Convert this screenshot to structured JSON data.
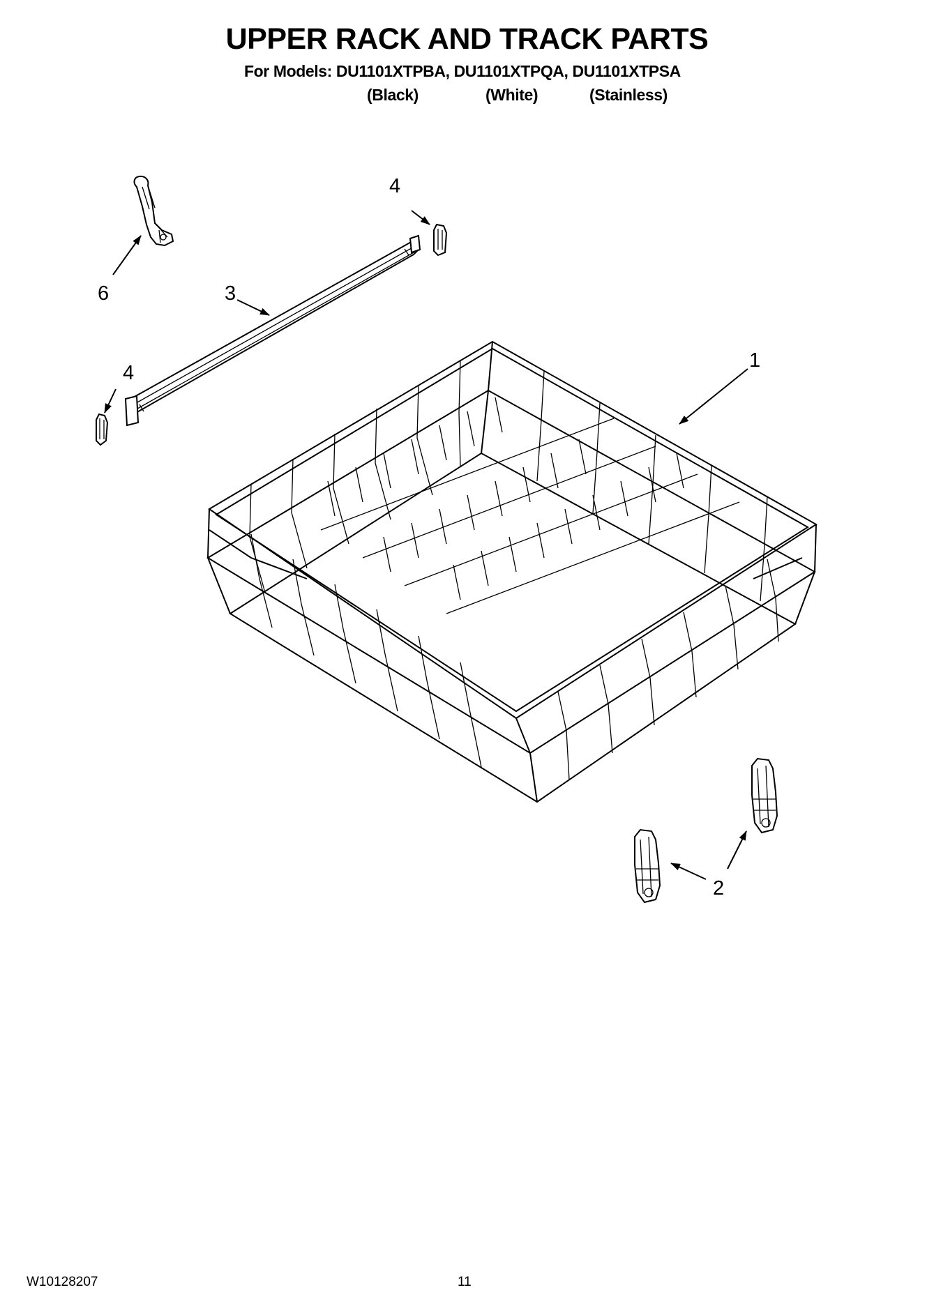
{
  "header": {
    "title": "UPPER RACK AND TRACK PARTS",
    "models_line": "For Models: DU1101XTPBA, DU1101XTPQA, DU1101XTPSA",
    "variants": [
      "(Black)",
      "(White)",
      "(Stainless)"
    ]
  },
  "callouts": [
    {
      "id": "1",
      "label": "1"
    },
    {
      "id": "2",
      "label": "2"
    },
    {
      "id": "3",
      "label": "3"
    },
    {
      "id": "4a",
      "label": "4"
    },
    {
      "id": "4b",
      "label": "4"
    },
    {
      "id": "6",
      "label": "6"
    }
  ],
  "footer": {
    "doc_number": "W10128207",
    "page_number": "11"
  }
}
